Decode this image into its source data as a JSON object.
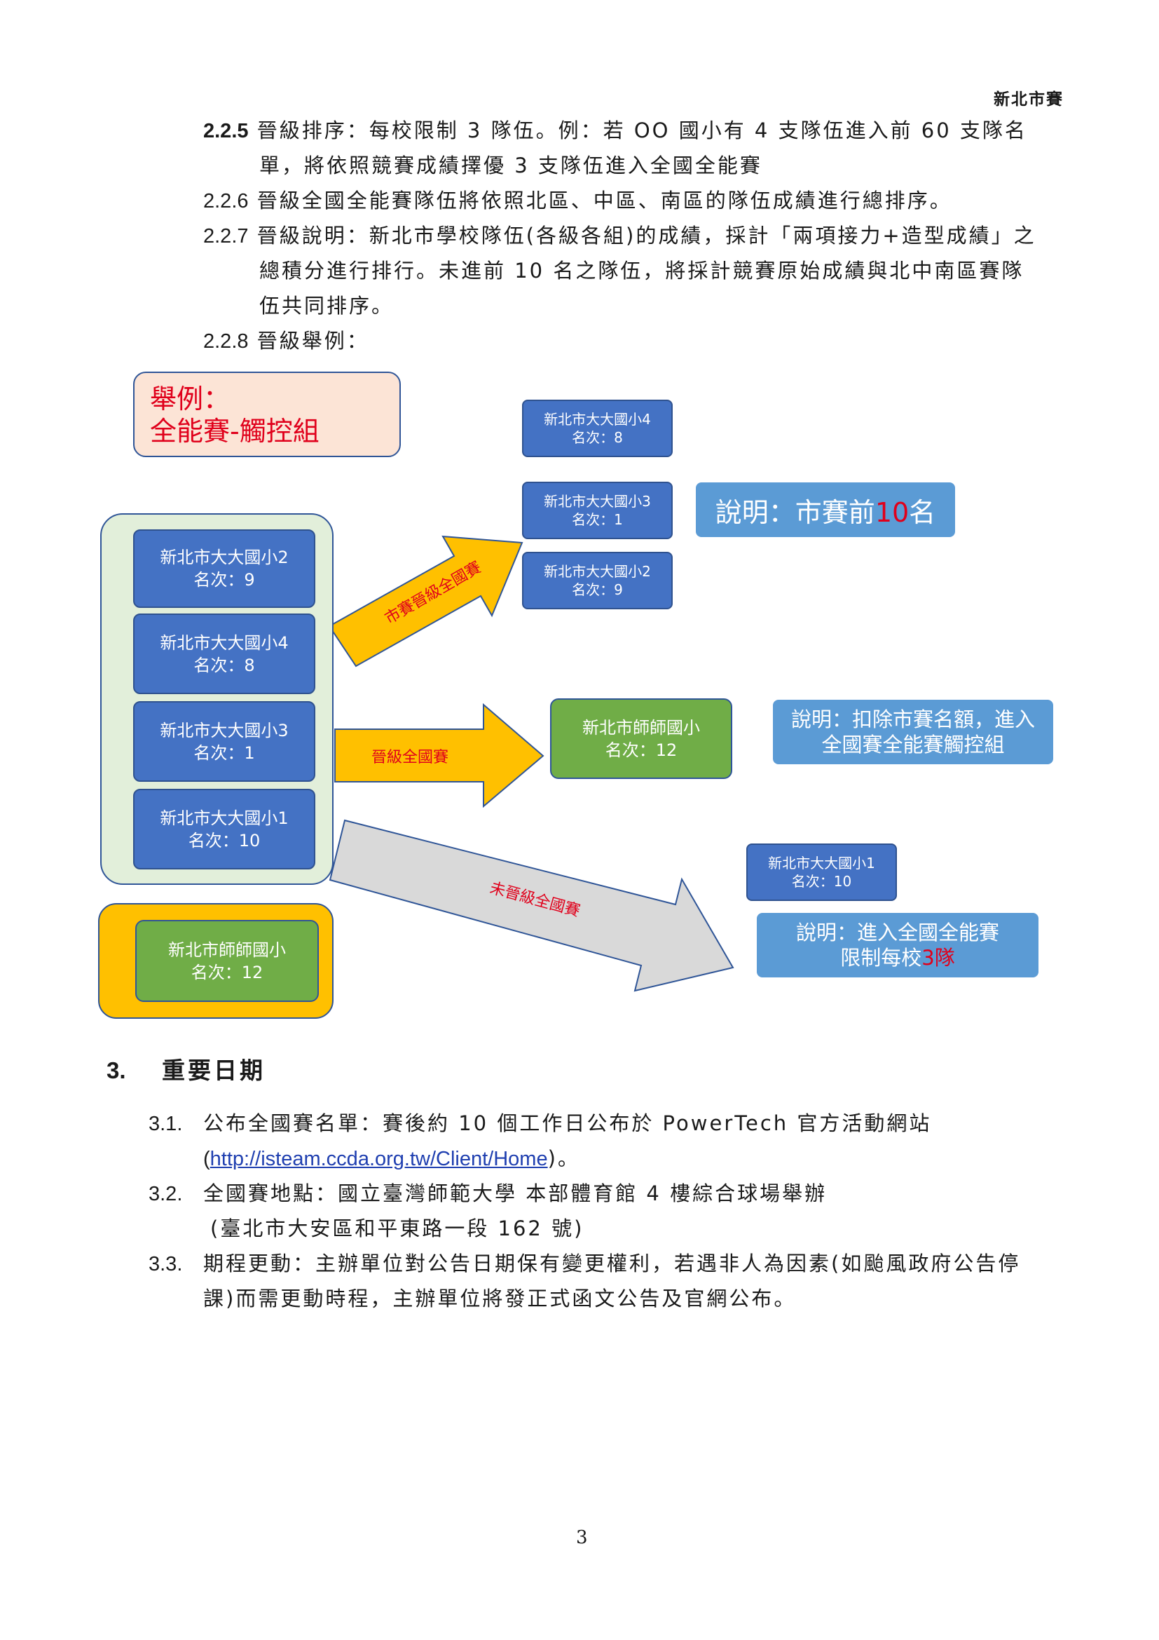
{
  "header": {
    "right_title": "新北市賽"
  },
  "section_2": {
    "item_225": {
      "num": "2.2.5",
      "text1": "晉級排序：每校限制 3 隊伍。例：若 OO 國小有 4 支隊伍進入前 60 支隊名",
      "text2": "單，將依照競賽成績擇優 3 支隊伍進入全國全能賽"
    },
    "item_226": {
      "num": "2.2.6",
      "text": "晉級全國全能賽隊伍將依照北區、中區、南區的隊伍成績進行總排序。"
    },
    "item_227": {
      "num": "2.2.7",
      "text1": "晉級說明：新北市學校隊伍(各級各組)的成績，採計「兩項接力+造型成績」之",
      "text2": "總積分進行排行。未進前 10 名之隊伍，將採計競賽原始成績與北中南區賽隊",
      "text3": "伍共同排序。"
    },
    "item_228": {
      "num": "2.2.8",
      "text": "晉級舉例："
    }
  },
  "diagram": {
    "example_label_1": "舉例：",
    "example_label_2": "全能賽-觸控組",
    "left_group": [
      {
        "name": "新北市大大國小2",
        "rank": "名次：9"
      },
      {
        "name": "新北市大大國小4",
        "rank": "名次：8"
      },
      {
        "name": "新北市大大國小3",
        "rank": "名次：1"
      },
      {
        "name": "新北市大大國小1",
        "rank": "名次：10"
      }
    ],
    "bottom_left": {
      "name": "新北市師師國小",
      "rank": "名次：12"
    },
    "top_right": [
      {
        "name": "新北市大大國小4",
        "rank": "名次：8"
      },
      {
        "name": "新北市大大國小3",
        "rank": "名次：1"
      },
      {
        "name": "新北市大大國小2",
        "rank": "名次：9"
      }
    ],
    "middle_right": {
      "name": "新北市師師國小",
      "rank": "名次：12"
    },
    "lower_right": {
      "name": "新北市大大國小1",
      "rank": "名次：10"
    },
    "arrow_up_label": "市賽晉級全國賽",
    "arrow_mid_label": "晉級全國賽",
    "arrow_down_label": "未晉級全國賽",
    "note1_prefix": "說明：市賽前",
    "note1_highlight": "10",
    "note1_suffix": "名",
    "note2_line1": "說明：扣除市賽名額，進入",
    "note2_line2": "全國賽全能賽觸控組",
    "note3_line1": "說明：進入全國全能賽",
    "note3_prefix": "限制每校",
    "note3_highlight": "3隊",
    "colors": {
      "blue_box": "#4472c4",
      "green_box": "#70ad47",
      "note_box": "#5b9bd5",
      "arrow_orange": "#ffc000",
      "arrow_grey": "#d9d9d9",
      "highlight_red": "#e0001b"
    }
  },
  "section_3": {
    "num": "3.",
    "title": "重要日期",
    "item_31": {
      "num": "3.1.",
      "text1": "公布全國賽名單：賽後約 10 個工作日公布於 PowerTech 官方活動網站",
      "link_open": "(",
      "link": "http://isteam.ccda.org.tw/Client/Home",
      "link_close": ")。"
    },
    "item_32": {
      "num": "3.2.",
      "text1": "全國賽地點：國立臺灣師範大學 本部體育館 4 樓綜合球場舉辦",
      "text2": "(臺北市大安區和平東路一段 162 號)"
    },
    "item_33": {
      "num": "3.3.",
      "text1": "期程更動：主辦單位對公告日期保有變更權利，若遇非人為因素(如颱風政府公告停",
      "text2": "課)而需更動時程，主辦單位將發正式函文公告及官網公布。"
    }
  },
  "footer": {
    "page_number": "3"
  }
}
